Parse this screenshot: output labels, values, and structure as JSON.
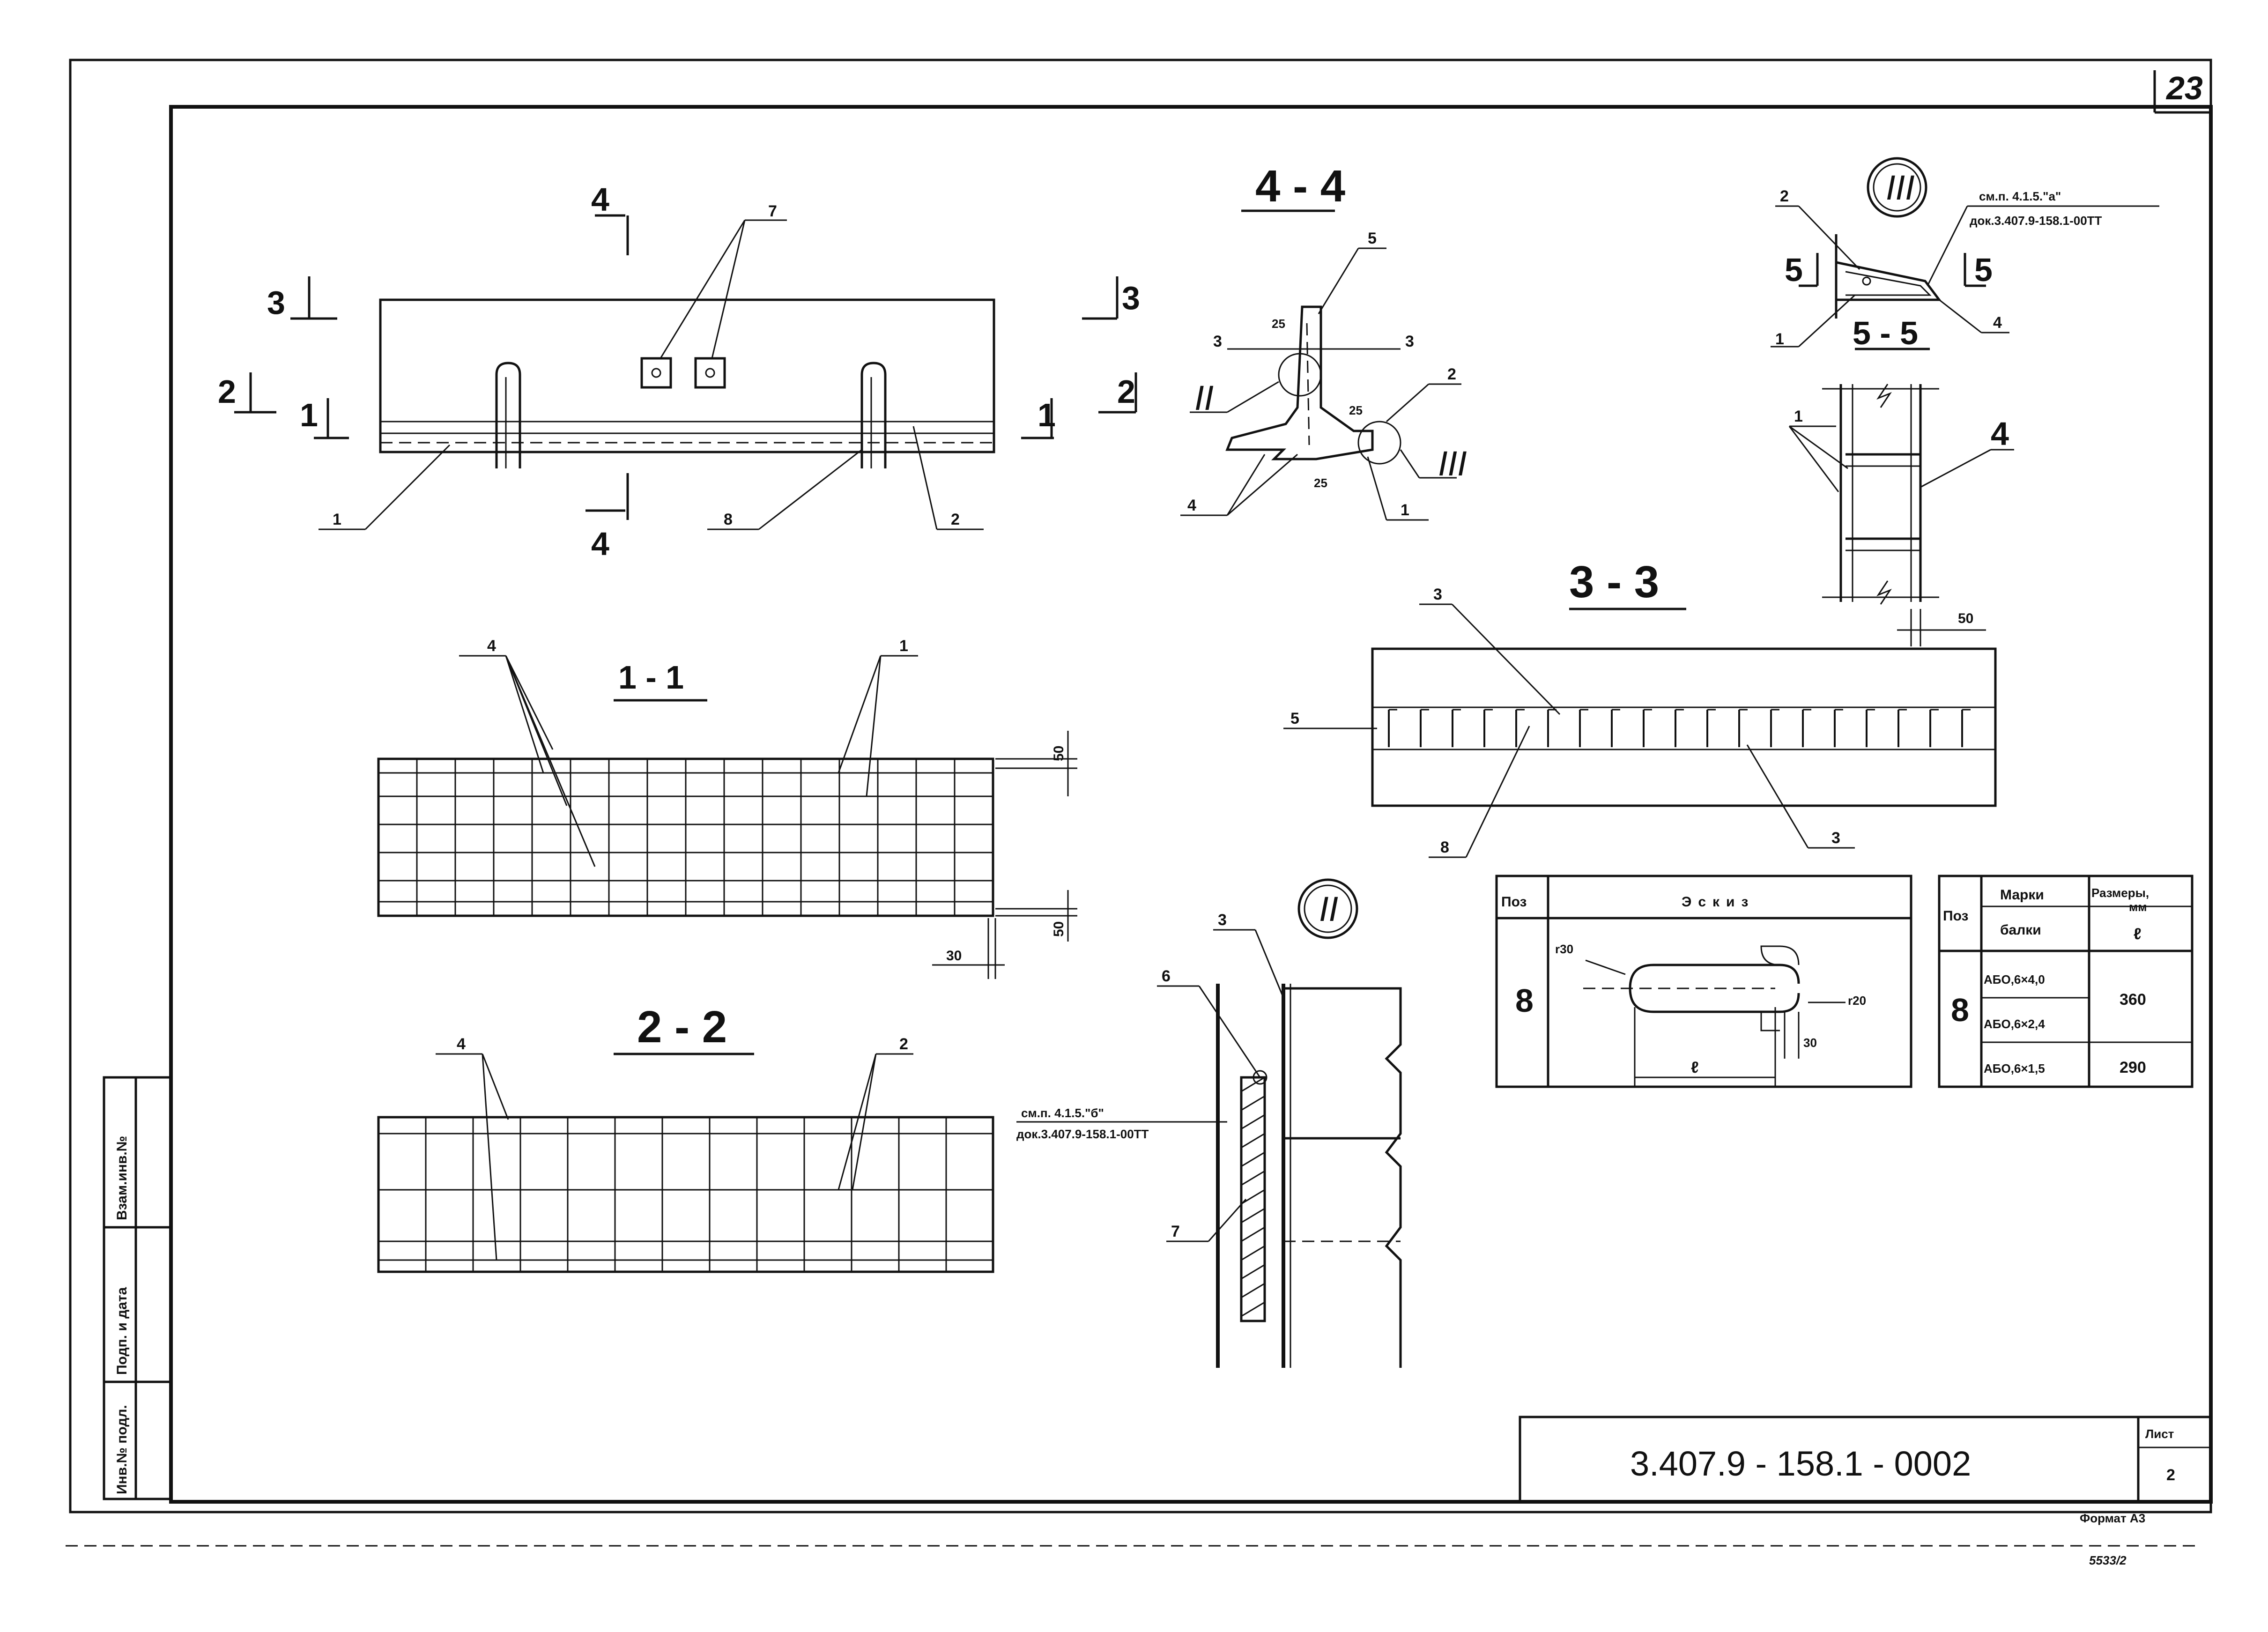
{
  "sheet": {
    "page_corner_number": "23",
    "sheet_label": "Лист",
    "sheet_number": "2",
    "document_code": "3.407.9 - 158.1 - 0002",
    "format": "Формат А3",
    "bottom_mark": "5533/2"
  },
  "side_stamp": {
    "col1": "Инв.№ подл.",
    "col2": "Подп. и дата",
    "col3": "Взам.инв.№"
  },
  "main_view": {
    "cut_marks": [
      "1",
      "1",
      "2",
      "2",
      "3",
      "3",
      "4",
      "4"
    ],
    "position_labels": [
      "1",
      "2",
      "7",
      "8"
    ]
  },
  "sections": {
    "s11": "1 - 1",
    "s22": "2 - 2",
    "s33": "3 - 3",
    "s44": "4 - 4",
    "s55": "5 - 5",
    "node2": "II",
    "node3": "III"
  },
  "section_44": {
    "dims": [
      "25",
      "25",
      "25"
    ],
    "labels": [
      "5",
      "3",
      "3",
      "2",
      "4",
      "1"
    ]
  },
  "section_11": {
    "labels": [
      "4",
      "1"
    ],
    "dims": [
      "50",
      "50",
      "30"
    ]
  },
  "section_22": {
    "labels": [
      "4",
      "2"
    ]
  },
  "section_33": {
    "labels": [
      "3",
      "5",
      "8",
      "3"
    ]
  },
  "node_3": {
    "ref_line1": "см.п. 4.1.5.\"а\"",
    "ref_line2": "док.3.407.9-158.1-00ТТ",
    "labels": [
      "2",
      "1",
      "4"
    ],
    "cut_labels": [
      "5",
      "5"
    ]
  },
  "section_55": {
    "labels": [
      "1",
      "4"
    ],
    "dim": "50"
  },
  "node_2": {
    "ref_line1": "см.п. 4.1.5.\"б\"",
    "ref_line2": "док.3.407.9-158.1-00ТТ",
    "labels": [
      "3",
      "6",
      "7"
    ]
  },
  "sketch_table": {
    "col_pos": "Поз",
    "col_sketch": "Эскиз",
    "pos": "8",
    "r1": "r30",
    "r2": "r20",
    "dim_30": "30",
    "dim_l": "ℓ"
  },
  "beam_table": {
    "col_pos": "Поз",
    "col_marks_line1": "Марки",
    "col_marks_line2": "балки",
    "col_sizes_line1": "Размеры,",
    "col_sizes_line2": "мм",
    "col_sizes_sub": "ℓ",
    "pos": "8",
    "marks": [
      "АБО,6×4,0",
      "АБО,6×2,4",
      "АБО,6×1,5"
    ],
    "size_1": "360",
    "size_2": "290"
  }
}
